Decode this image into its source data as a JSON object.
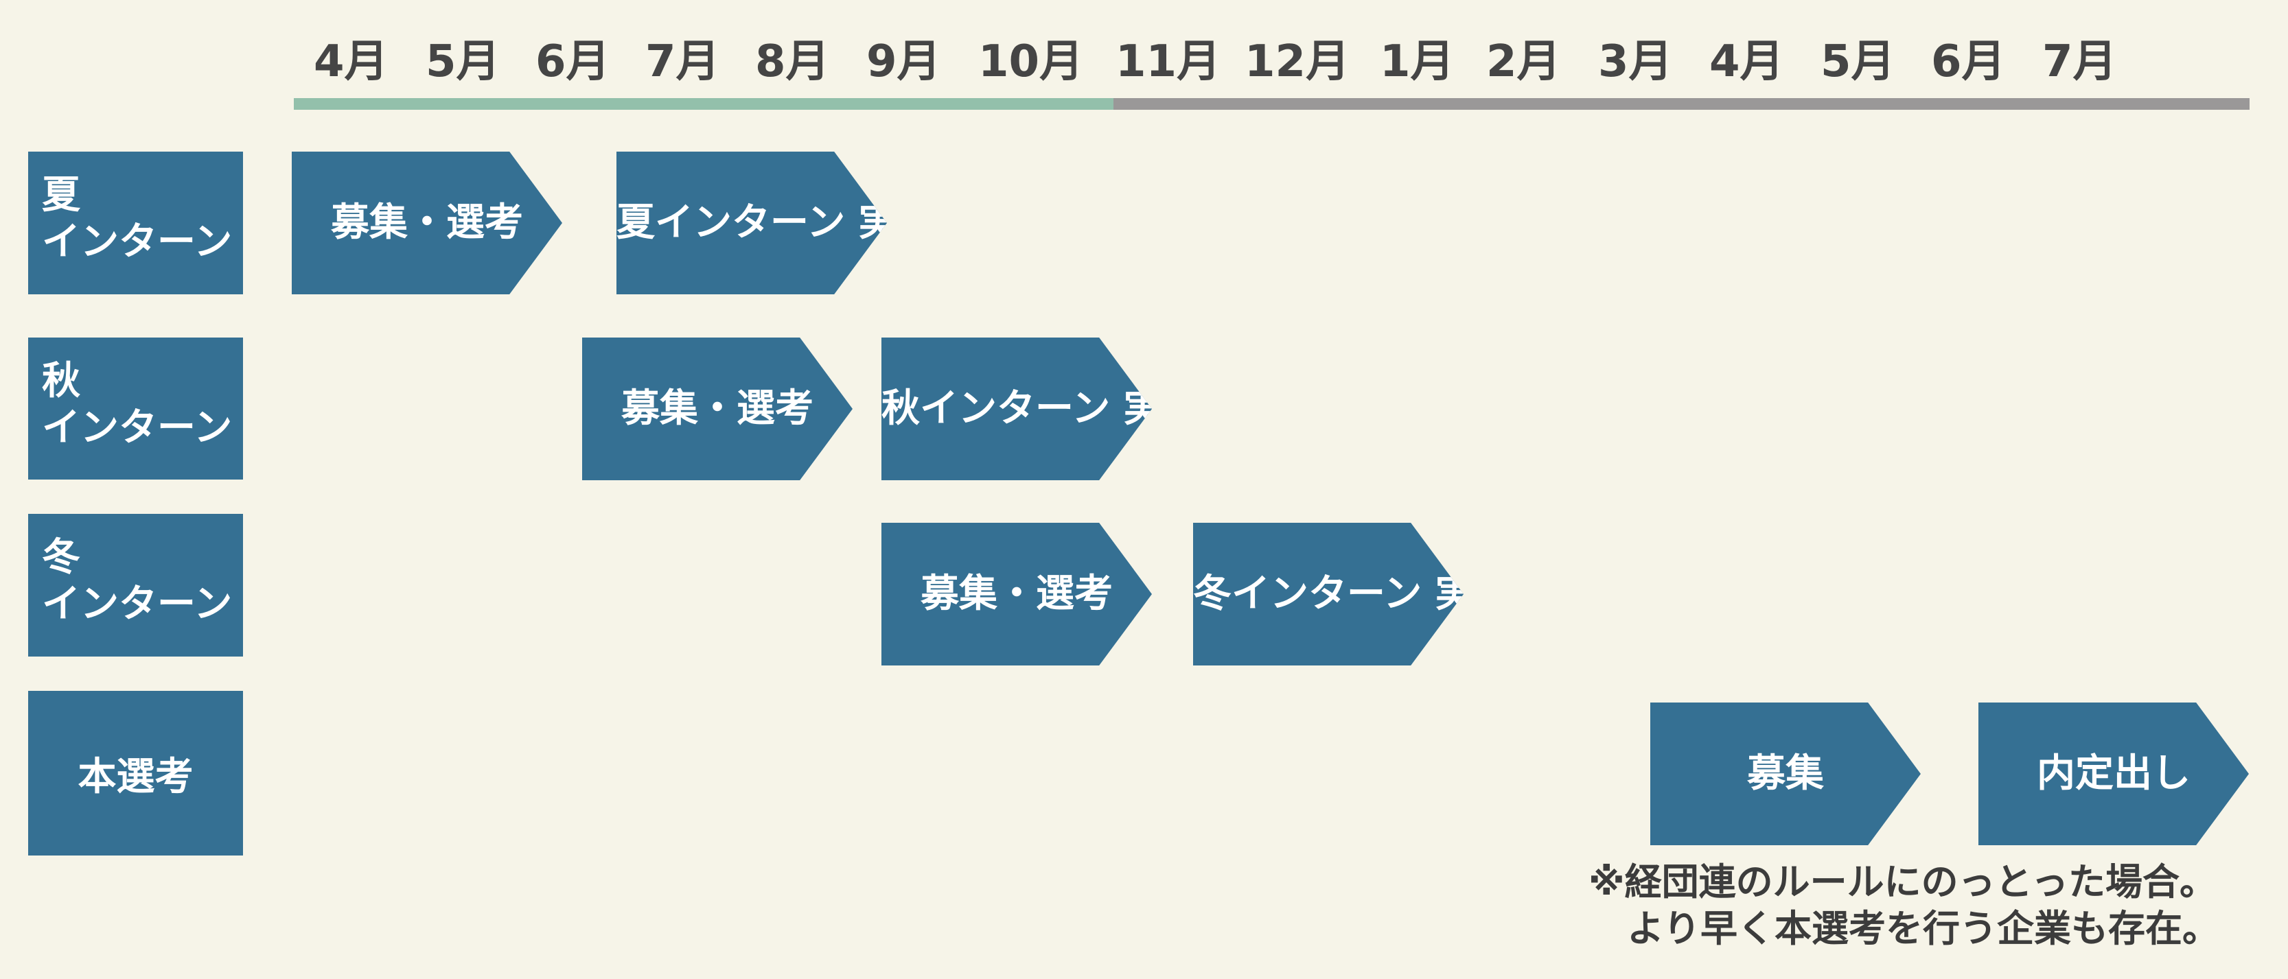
{
  "timeline": {
    "months": [
      "4月",
      "5月",
      "6月",
      "7月",
      "8月",
      "9月",
      "10月",
      "11月",
      "12月",
      "1月",
      "2月",
      "3月",
      "4月",
      "5月",
      "6月",
      "7月"
    ],
    "colors": {
      "first_segment": "#93c0ab",
      "second_segment": "#9a9898"
    }
  },
  "rows": {
    "summer": {
      "label_line1": "夏",
      "label_line2": "インターン"
    },
    "autumn": {
      "label_line1": "秋",
      "label_line2": "インターン"
    },
    "winter": {
      "label_line1": "冬",
      "label_line2": "インターン"
    },
    "main": {
      "label": "本選考"
    }
  },
  "phases": {
    "summer_recruit": "募集・選考",
    "summer_impl_line1": "夏インターン",
    "summer_impl_line2": "実施",
    "autumn_recruit": "募集・選考",
    "autumn_impl_line1": "秋インターン",
    "autumn_impl_line2": "実施",
    "winter_recruit": "募集・選考",
    "winter_impl_line1": "冬インターン",
    "winter_impl_line2": "実施",
    "main_recruit": "募集",
    "main_offer": "内定出し"
  },
  "note": {
    "line1": "※経団連のルールにのっとった場合。",
    "line2": "より早く本選考を行う企業も存在。"
  },
  "colors": {
    "background": "#f6f4e8",
    "box": "#357093",
    "box_text": "#ffffff",
    "month_text": "#454545"
  }
}
